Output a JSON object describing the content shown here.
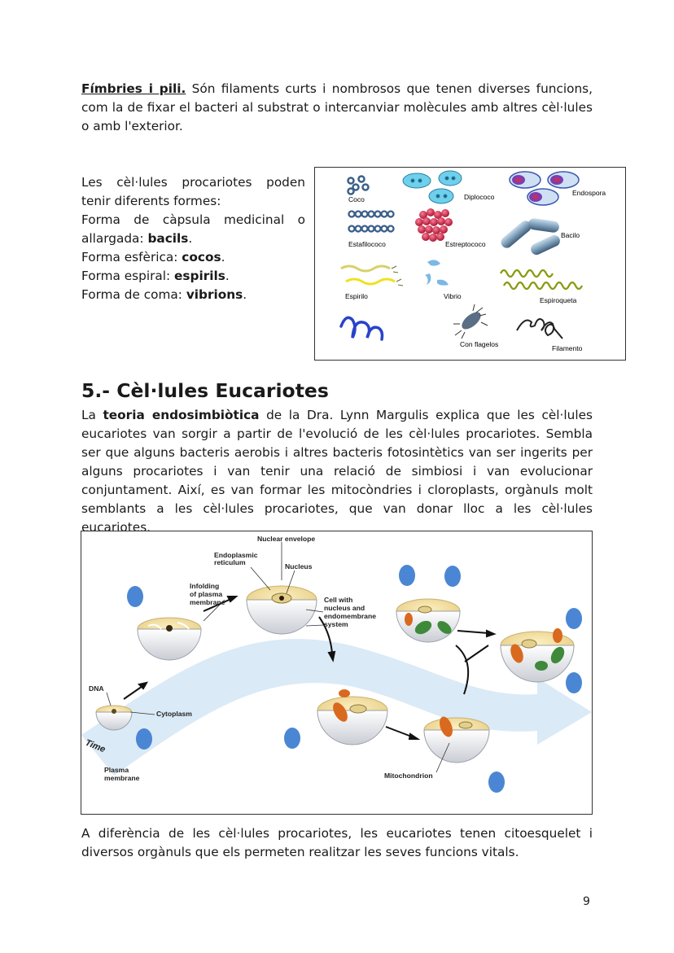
{
  "fimbries": {
    "term": "Fímbries i pili.",
    "text": " Són filaments curts i nombrosos que tenen diverses funcions, com la de fixar el bacteri al substrat o intercanviar molècules amb altres cèl·lules o amb l'exterior."
  },
  "shapes": {
    "intro": "Les cèl·lules procariotes poden tenir diferents formes:",
    "capsula_prefix": "Forma de càpsula medicinal o allargada: ",
    "capsula_term": "bacils",
    "esferica_prefix": "Forma esfèrica: ",
    "esferica_term": "cocos",
    "espiral_prefix": "Forma espiral: ",
    "espiral_term": "espirils",
    "coma_prefix": "Forma de coma: ",
    "coma_term": "vibrions",
    "period": "."
  },
  "figure1_labels": {
    "coco": "Coco",
    "diplococo": "Diplococo",
    "endospora": "Endospora",
    "estafilococo": "Estafilococo",
    "estreptococo": "Estreptococo",
    "bacilo": "Bacilo",
    "espirilo": "Espirilo",
    "vibrio": "Vibrio",
    "espiroqueta": "Espiroqueta",
    "con_flagelos": "Con flagelos",
    "filamento": "Filamento"
  },
  "section": {
    "title": "5.- Cèl·lules Eucariotes",
    "p_prefix": "La ",
    "p_term": "teoria endosimbiòtica",
    "p_text": " de la Dra. Lynn Margulis explica que les cèl·lules eucariotes van sorgir a partir de l'evolució de les cèl·lules procariotes. Sembla ser que alguns bacteris aerobis i altres bacteris fotosintètics van ser ingerits per alguns procariotes i van tenir una relació de simbiosi i van evolucionar conjuntament. Així, es van formar les mitocòndries i cloroplasts, orgànuls molt semblants a les cèl·lules procariotes, que van donar lloc a les cèl·lules eucariotes."
  },
  "figure2_labels": {
    "nuclear_envelope": "Nuclear envelope",
    "er_1": "Endoplasmic",
    "er_2": "reticulum",
    "nucleus": "Nucleus",
    "infolding_1": "Infolding",
    "infolding_2": "of plasma",
    "infolding_3": "membrane",
    "cellwith_1": "Cell with",
    "cellwith_2": "nucleus and",
    "cellwith_3": "endomembrane",
    "cellwith_4": "system",
    "dna": "DNA",
    "cytoplasm": "Cytoplasm",
    "time": "Time",
    "plasma_1": "Plasma",
    "plasma_2": "membrane",
    "mitochondrion": "Mitochondrion"
  },
  "closing": "A diferència de les cèl·lules procariotes, les eucariotes tenen citoesquelet i diversos orgànuls que els permeten realitzar les seves funcions vitals.",
  "page_number": "9",
  "colors": {
    "cell_fill": "#f3e2a8",
    "arrow_band": "#cfe4f3",
    "bacterium_blue": "#4a86d4",
    "mito_orange": "#d9691e",
    "chloro_green": "#3e8a3a",
    "coccus_cyan": "#2ab0d8",
    "strepto_red": "#c0203a"
  }
}
